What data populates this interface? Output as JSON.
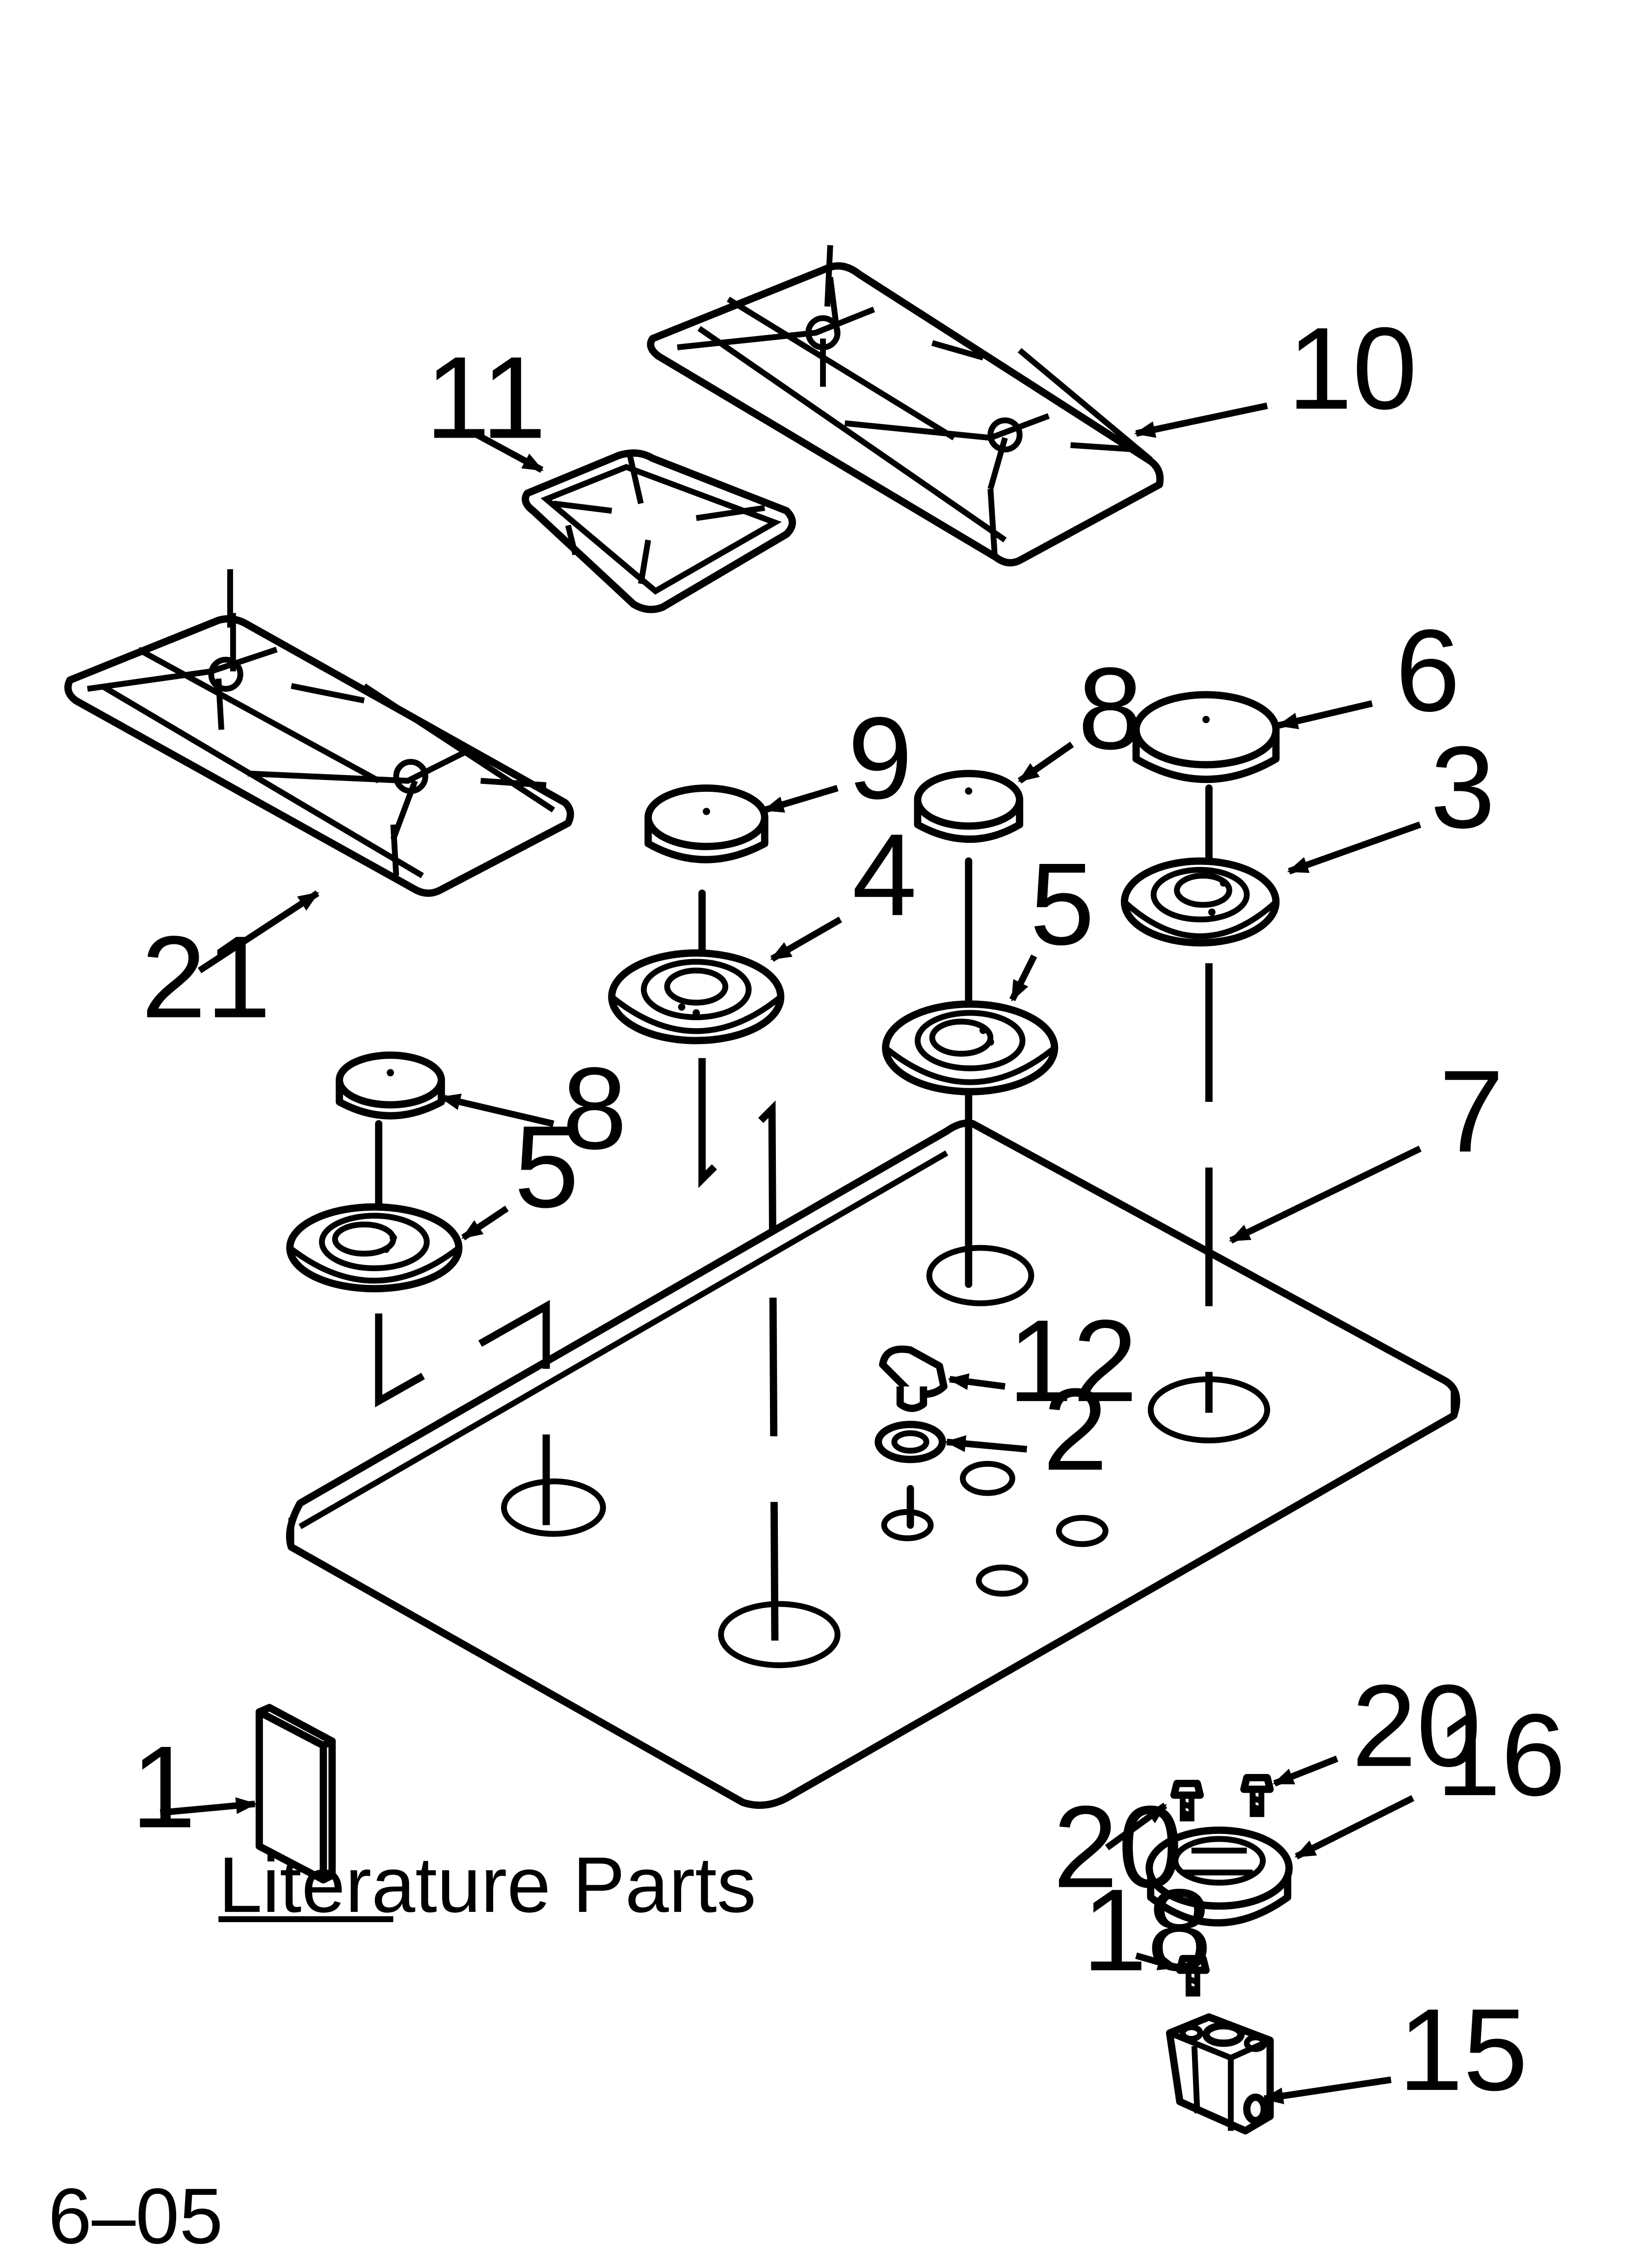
{
  "callouts": [
    {
      "id": "c10",
      "text": "10"
    },
    {
      "id": "c11",
      "text": "11"
    },
    {
      "id": "c21",
      "text": "21"
    },
    {
      "id": "c9",
      "text": "9"
    },
    {
      "id": "c8a",
      "text": "8"
    },
    {
      "id": "c6",
      "text": "6"
    },
    {
      "id": "c3",
      "text": "3"
    },
    {
      "id": "c4",
      "text": "4"
    },
    {
      "id": "c5a",
      "text": "5"
    },
    {
      "id": "c8b",
      "text": "8"
    },
    {
      "id": "c5b",
      "text": "5"
    },
    {
      "id": "c7",
      "text": "7"
    },
    {
      "id": "c12",
      "text": "12"
    },
    {
      "id": "c2",
      "text": "2"
    },
    {
      "id": "c1",
      "text": "1"
    },
    {
      "id": "c20a",
      "text": "20"
    },
    {
      "id": "c16",
      "text": "16"
    },
    {
      "id": "c20b",
      "text": "20"
    },
    {
      "id": "c18",
      "text": "18"
    },
    {
      "id": "c15",
      "text": "15"
    }
  ],
  "literature_caption": "Literature Parts",
  "page_code": "6–05"
}
